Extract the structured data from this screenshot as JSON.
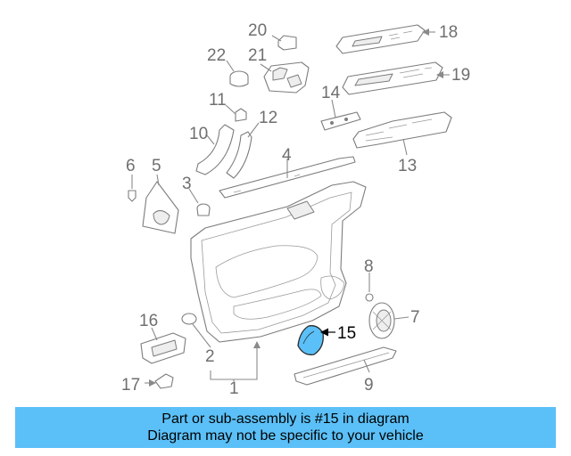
{
  "callouts": [
    {
      "id": "n1",
      "label": "1"
    },
    {
      "id": "n2",
      "label": "2"
    },
    {
      "id": "n3",
      "label": "3"
    },
    {
      "id": "n4",
      "label": "4"
    },
    {
      "id": "n5",
      "label": "5"
    },
    {
      "id": "n6",
      "label": "6"
    },
    {
      "id": "n7",
      "label": "7"
    },
    {
      "id": "n8",
      "label": "8"
    },
    {
      "id": "n9",
      "label": "9"
    },
    {
      "id": "n10",
      "label": "10"
    },
    {
      "id": "n11",
      "label": "11"
    },
    {
      "id": "n12",
      "label": "12"
    },
    {
      "id": "n13",
      "label": "13"
    },
    {
      "id": "n14",
      "label": "14"
    },
    {
      "id": "n15",
      "label": "15"
    },
    {
      "id": "n16",
      "label": "16"
    },
    {
      "id": "n17",
      "label": "17"
    },
    {
      "id": "n18",
      "label": "18"
    },
    {
      "id": "n19",
      "label": "19"
    },
    {
      "id": "n20",
      "label": "20"
    },
    {
      "id": "n21",
      "label": "21"
    },
    {
      "id": "n22",
      "label": "22"
    }
  ],
  "highlight": {
    "part": "15",
    "color": "#5bc0f8"
  },
  "caption": {
    "line1": "Part or sub-assembly is #15 in diagram",
    "line2": "Diagram may not be specific to your vehicle",
    "background": "#5bc0f8"
  }
}
